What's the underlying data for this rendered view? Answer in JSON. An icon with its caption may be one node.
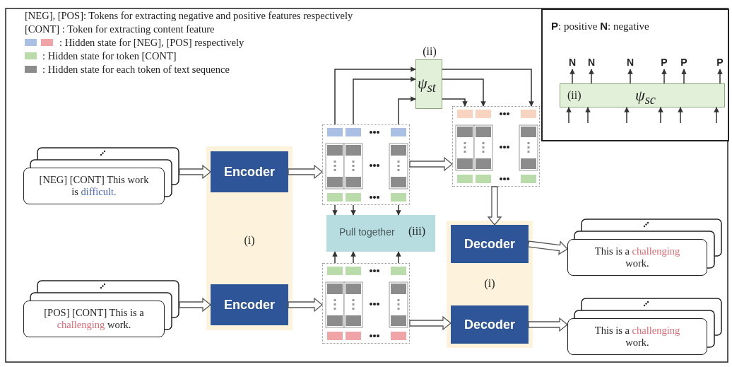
{
  "diagram": {
    "nodes": [
      {
        "text": [
          "[NEG] [CONT] This work is difficult."
        ]
      },
      {
        "text": [
          "[POS] [CONT] This is a challenging work."
        ]
      },
      {
        "text": [
          "(i)"
        ]
      },
      {
        "text": [
          "Encoder"
        ],
        "in": 2
      },
      {
        "text": [
          "Encoder"
        ],
        "in": 2
      },
      {
        "text": [],
        "shape": "box"
      },
      {
        "text": [],
        "shape": "box"
      },
      {
        "text": [
          "(ii)",
          "ψ$_{st}$"
        ]
      },
      {
        "text": [],
        "shape": "box"
      },
      {
        "text": [
          "Pull together",
          "(iii)"
        ]
      },
      {
        "text": [
          "(i)"
        ]
      },
      {
        "text": [
          "Decoder"
        ],
        "in": 10
      },
      {
        "text": [
          "Decoder"
        ],
        "in": 10
      },
      {
        "text": [
          "This is a challenging work."
        ]
      },
      {
        "text": [
          "This is a challenging work."
        ]
      },
      {
        "text": [
          "**P**: positive **N**: negative"
        ]
      },
      {
        "text": [
          "(ii)",
          "ψ$_{sc}$"
        ],
        "in": 15
      },
      {
        "text": [
          "N"
        ],
        "in": 15
      },
      {
        "text": [
          "N"
        ],
        "in": 15
      },
      {
        "text": [
          "N"
        ],
        "in": 15
      },
      {
        "text": [
          "P"
        ],
        "in": 15
      },
      {
        "text": [
          "P"
        ],
        "in": 15
      },
      {
        "text": [
          "P"
        ],
        "in": 15
      }
    ],
    "edges": [
      {
        "from": 0,
        "to": 3,
        "arrow": "to",
        "style": "thick"
      },
      {
        "from": 1,
        "to": 4,
        "arrow": "to",
        "style": "thick"
      },
      {
        "from": 3,
        "to": 5,
        "arrow": "to",
        "style": "thick"
      },
      {
        "from": 4,
        "to": 6,
        "arrow": "to",
        "style": "thick"
      },
      {
        "from": 5,
        "to": 7,
        "arrow": "to"
      },
      {
        "from": 5,
        "to": 7,
        "arrow": "to"
      },
      {
        "from": 5,
        "to": 7,
        "arrow": "to"
      },
      {
        "from": 7,
        "to": 8,
        "arrow": "to"
      },
      {
        "from": 7,
        "to": 8,
        "arrow": "to"
      },
      {
        "from": 7,
        "to": 8,
        "arrow": "to"
      },
      {
        "from": 5,
        "to": 9,
        "arrow": "to"
      },
      {
        "from": 5,
        "to": 9,
        "arrow": "to"
      },
      {
        "from": 5,
        "to": 9,
        "arrow": "to"
      },
      {
        "from": 6,
        "to": 9,
        "arrow": "to"
      },
      {
        "from": 6,
        "to": 9,
        "arrow": "to"
      },
      {
        "from": 6,
        "to": 9,
        "arrow": "to"
      },
      {
        "from": 5,
        "to": 8,
        "arrow": "to",
        "style": "thick"
      },
      {
        "from": 8,
        "to": 11,
        "arrow": "to",
        "style": "thick"
      },
      {
        "from": 6,
        "to": 12,
        "arrow": "to",
        "style": "thick"
      },
      {
        "from": 11,
        "to": 13,
        "arrow": "to",
        "style": "thick"
      },
      {
        "from": 12,
        "to": 14,
        "arrow": "to",
        "style": "thick"
      },
      {
        "from": null,
        "to": 16,
        "arrow": "to"
      },
      {
        "from": null,
        "to": 16,
        "arrow": "to"
      },
      {
        "from": null,
        "to": 16,
        "arrow": "to"
      },
      {
        "from": null,
        "to": 16,
        "arrow": "to"
      },
      {
        "from": null,
        "to": 16,
        "arrow": "to"
      },
      {
        "from": null,
        "to": 16,
        "arrow": "to"
      },
      {
        "from": 16,
        "to": 17,
        "arrow": "to"
      },
      {
        "from": 16,
        "to": 18,
        "arrow": "to"
      },
      {
        "from": 16,
        "to": 19,
        "arrow": "to"
      },
      {
        "from": 16,
        "to": 20,
        "arrow": "to"
      },
      {
        "from": 16,
        "to": 21,
        "arrow": "to"
      },
      {
        "from": 16,
        "to": 22,
        "arrow": "to"
      }
    ],
    "labels": [
      "[NEG], [POS]: Tokens for extracting negative and positive features respectively",
      "[CONT] : Token for extracting content feature"
    ],
    "legend": [
      {
        "text": ": Hidden state for [NEG], [POS] respectively",
        "color": "#a9bfe4"
      },
      {
        "text": ": Hidden state for token [CONT]",
        "color": "#b9dcaa"
      },
      {
        "text": ": Hidden state for each token of text sequence",
        "color": "#8c8c8c"
      }
    ]
  }
}
